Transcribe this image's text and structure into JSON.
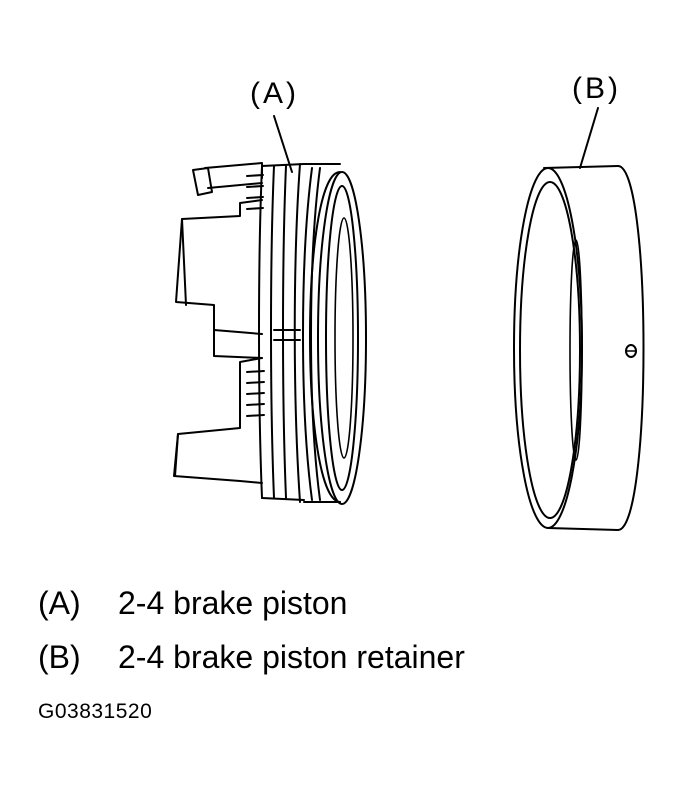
{
  "callouts": {
    "a": "(A)",
    "b": "(B)"
  },
  "legend": [
    {
      "key": "(A)",
      "description": "2-4 brake piston"
    },
    {
      "key": "(B)",
      "description": "2-4 brake piston retainer"
    }
  ],
  "figure_id": "G03831520"
}
